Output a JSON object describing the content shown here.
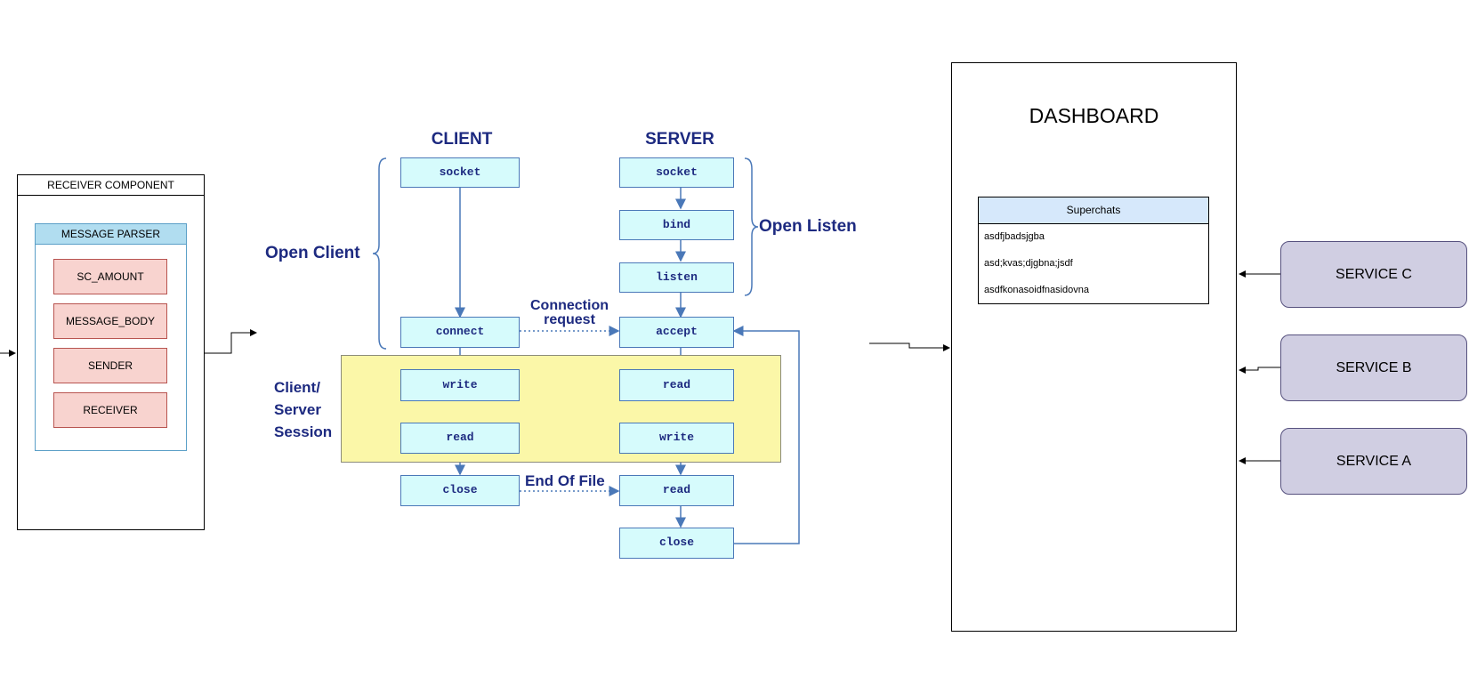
{
  "receiver": {
    "title": "RECEIVER COMPONENT",
    "parser": {
      "title": "MESSAGE PARSER",
      "fields": [
        "SC_AMOUNT",
        "MESSAGE_BODY",
        "SENDER",
        "RECEIVER"
      ]
    }
  },
  "socket_diagram": {
    "client_header": "CLIENT",
    "server_header": "SERVER",
    "open_client": "Open Client",
    "open_listen": "Open Listen",
    "session_label": [
      "Client/",
      "Server",
      "Session"
    ],
    "connection_request": [
      "Connection",
      "request"
    ],
    "end_of_file": "End Of File",
    "client_boxes": [
      "socket",
      "connect",
      "write",
      "read",
      "close"
    ],
    "server_boxes": [
      "socket",
      "bind",
      "listen",
      "accept",
      "read",
      "write",
      "read",
      "close"
    ]
  },
  "dashboard": {
    "title": "DASHBOARD",
    "superchats": {
      "title": "Superchats",
      "items": [
        "asdfjbadsjgba",
        "asd;kvas;djgbna;jsdf",
        "asdfkonasoidfnasidovna"
      ]
    }
  },
  "services": [
    "SERVICE C",
    "SERVICE B",
    "SERVICE A"
  ],
  "colors": {
    "navy_text": "#1d2a80",
    "box_fill": "#d6fbfc",
    "box_border": "#4a78b8",
    "session_fill": "#fbf7a8",
    "field_fill": "#f8d3cf",
    "parser_header": "#b1ddf0",
    "superchats_header": "#d6e8fb",
    "service_fill": "#d0cee2"
  }
}
